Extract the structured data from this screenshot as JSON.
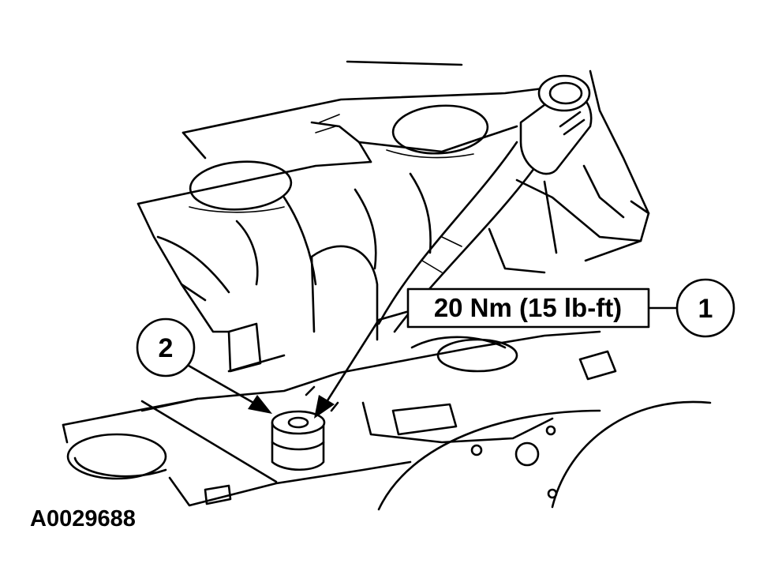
{
  "callouts": [
    {
      "number": "1",
      "label": "20 Nm (15 lb-ft)"
    },
    {
      "number": "2"
    }
  ],
  "figure_id": "A0029688",
  "line_color": "#000000",
  "background_color": "#ffffff"
}
